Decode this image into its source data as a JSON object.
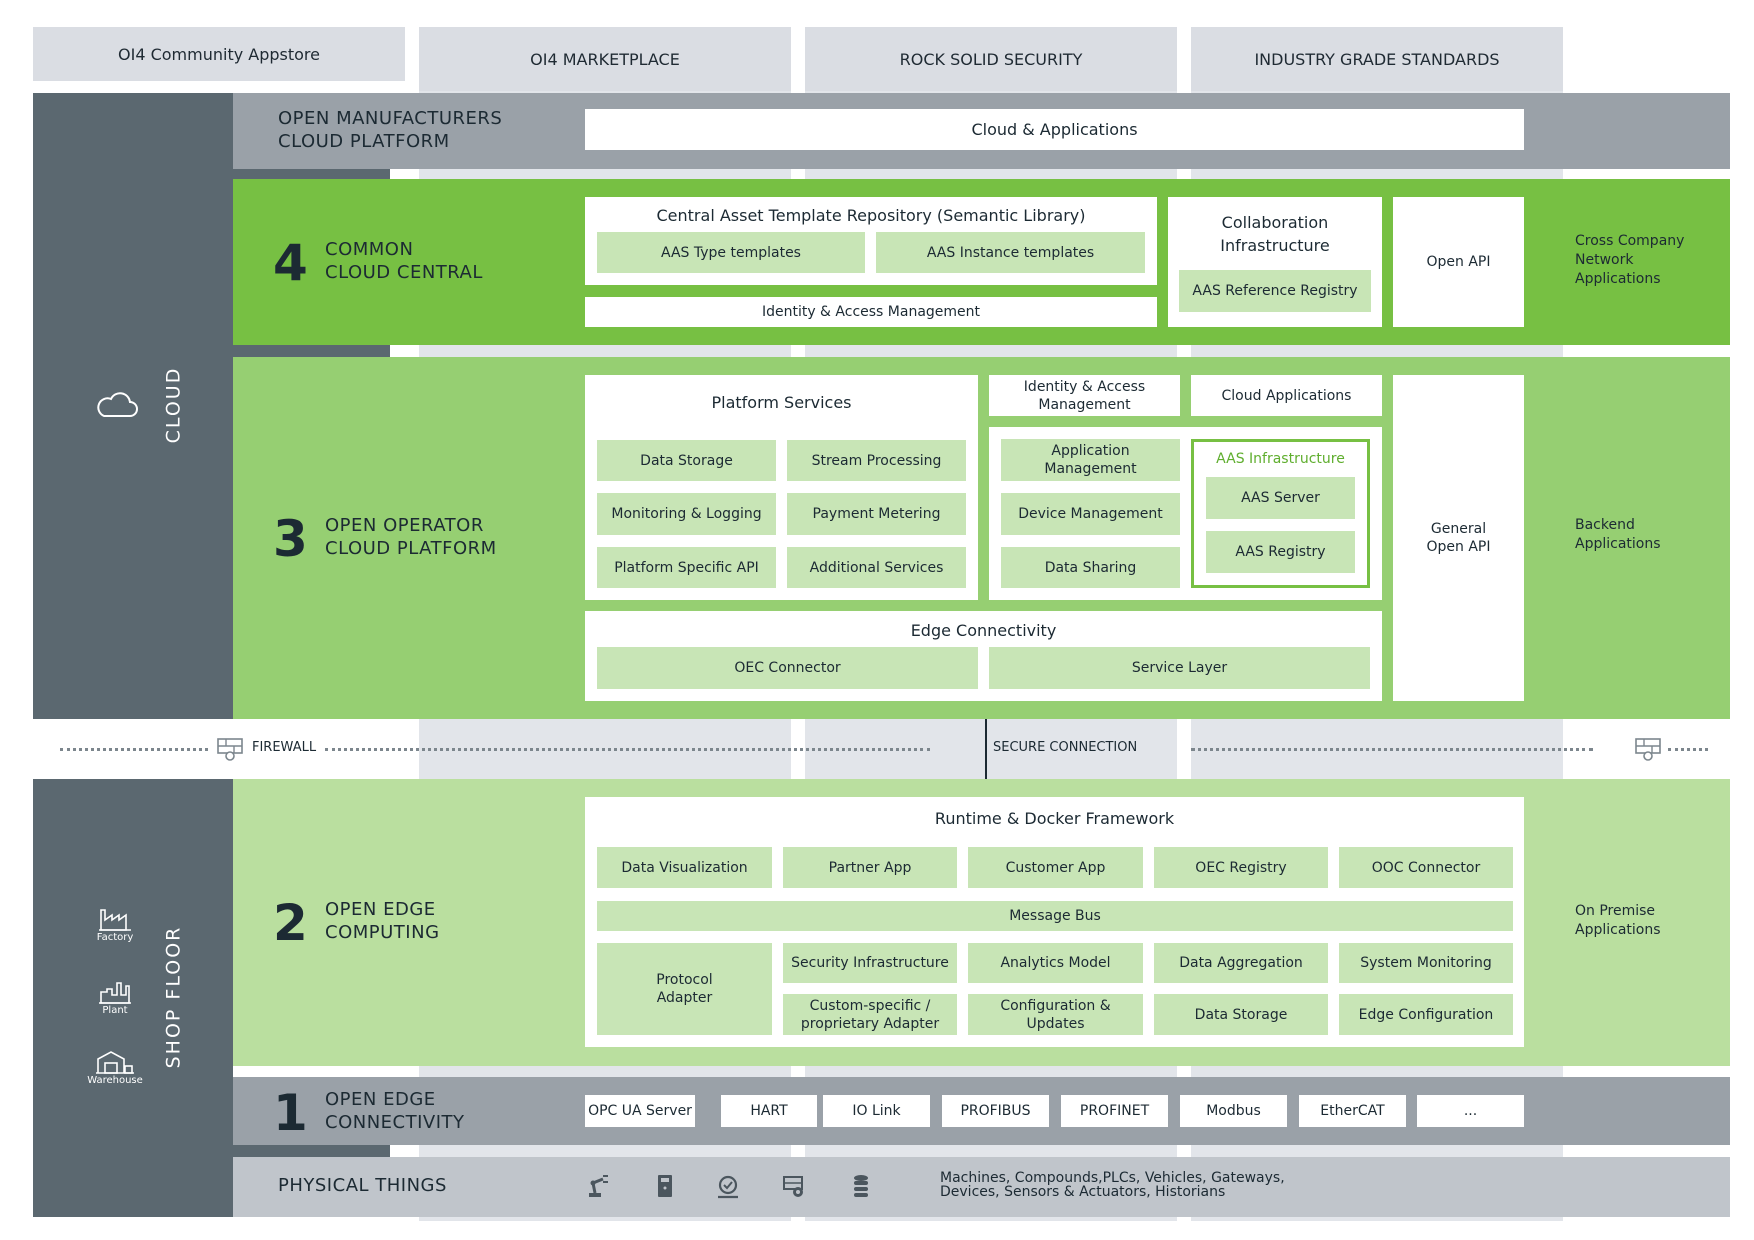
{
  "top_tabs": [
    "OI4 Community Appstore",
    "OI4 MARKETPLACE",
    "ROCK SOLID SECURITY",
    "INDUSTRY GRADE STANDARDS"
  ],
  "side": {
    "cloud_label": "CLOUD",
    "shop_floor_label": "SHOP FLOOR",
    "icons": [
      {
        "name": "factory-icon",
        "label": "Factory"
      },
      {
        "name": "plant-icon",
        "label": "Plant"
      },
      {
        "name": "warehouse-icon",
        "label": "Warehouse"
      }
    ]
  },
  "omcp": {
    "name_line1": "OPEN MANUFACTURERS",
    "name_line2": "CLOUD PLATFORM",
    "box": "Cloud & Applications"
  },
  "layer4": {
    "number": "4",
    "name_line1": "COMMON",
    "name_line2": "CLOUD CENTRAL",
    "repo_title": "Central Asset Template Repository (Semantic Library)",
    "type_templates": "AAS Type templates",
    "instance_templates": "AAS Instance templates",
    "iam": "Identity & Access Management",
    "collab_line1": "Collaboration",
    "collab_line2": "Infrastructure",
    "ref_registry": "AAS Reference Registry",
    "open_api": "Open API",
    "right_line1": "Cross Company",
    "right_line2": "Network",
    "right_line3": "Applications"
  },
  "layer3": {
    "number": "3",
    "name_line1": "OPEN OPERATOR",
    "name_line2": "CLOUD PLATFORM",
    "platform_services": "Platform Services",
    "ps_items": [
      "Data Storage",
      "Stream Processing",
      "Monitoring & Logging",
      "Payment Metering",
      "Platform Specific API",
      "Additional Services"
    ],
    "iam_line1": "Identity & Access",
    "iam_line2": "Management",
    "cloud_apps": "Cloud Applications",
    "app_mgmt_line1": "Application",
    "app_mgmt_line2": "Management",
    "device_mgmt": "Device Management",
    "data_sharing": "Data Sharing",
    "aas_infra": "AAS Infrastructure",
    "aas_server": "AAS Server",
    "aas_registry": "AAS Registry",
    "general_line1": "General",
    "general_line2": "Open API",
    "edge_conn": "Edge Connectivity",
    "oec_connector": "OEC Connector",
    "service_layer": "Service Layer",
    "right_line1": "Backend",
    "right_line2": "Applications"
  },
  "firewall": {
    "label": "FIREWALL",
    "secure": "SECURE CONNECTION"
  },
  "layer2": {
    "number": "2",
    "name_line1": "OPEN EDGE",
    "name_line2": "COMPUTING",
    "runtime": "Runtime & Docker Framework",
    "row1": [
      "Data Visualization",
      "Partner App",
      "Customer App",
      "OEC Registry",
      "OOC Connector"
    ],
    "message_bus": "Message Bus",
    "protocol_line1": "Protocol",
    "protocol_line2": "Adapter",
    "row3": [
      "Security Infrastructure",
      "Analytics Model",
      "Data Aggregation",
      "System Monitoring"
    ],
    "custom_line1": "Custom-specific /",
    "custom_line2": "proprietary Adapter",
    "config_line1": "Configuration &",
    "config_line2": "Updates",
    "data_storage": "Data Storage",
    "edge_config": "Edge Configuration",
    "right_line1": "On Premise",
    "right_line2": "Applications"
  },
  "layer1": {
    "number": "1",
    "name_line1": "OPEN EDGE",
    "name_line2": "CONNECTIVITY",
    "protocols": [
      "OPC UA Server",
      "HART",
      "IO Link",
      "PROFIBUS",
      "PROFINET",
      "Modbus",
      "EtherCAT",
      "..."
    ]
  },
  "physical": {
    "name": "PHYSICAL THINGS",
    "icons": [
      "robot-arm-icon",
      "controller-icon",
      "sensor-icon",
      "gateway-icon",
      "database-icon"
    ],
    "desc_line1": "Machines, Compounds,PLCs, Vehicles, Gateways,",
    "desc_line2": "Devices, Sensors & Actuators, Historians"
  },
  "colors": {
    "side": "#5b6870",
    "layer4": "#77c043",
    "layer3": "#96cf72",
    "layer2": "#badf9f",
    "chip": "#c8e5b6",
    "grey_band": "#9aa1a8"
  }
}
